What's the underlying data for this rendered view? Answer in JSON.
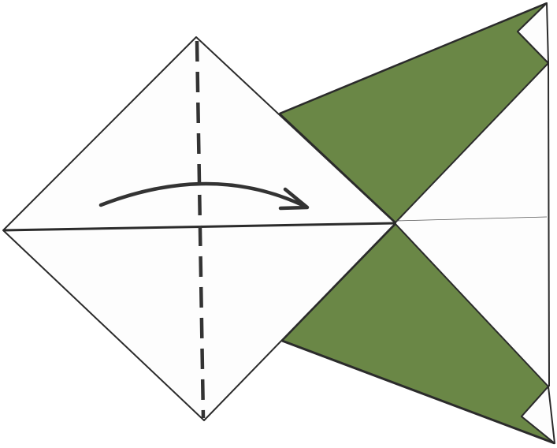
{
  "diagram": {
    "kind": "origami-fold-step",
    "colors": {
      "paper_white": "#fdfdfd",
      "paper_green": "#6a8746",
      "outline": "#2b2b2b",
      "fold_line": "#333333",
      "arrow": "#333333"
    },
    "elements": [
      "diamond-flap",
      "green-upper-fin",
      "green-lower-fin",
      "valley-fold-line",
      "fold-direction-arrow"
    ]
  }
}
